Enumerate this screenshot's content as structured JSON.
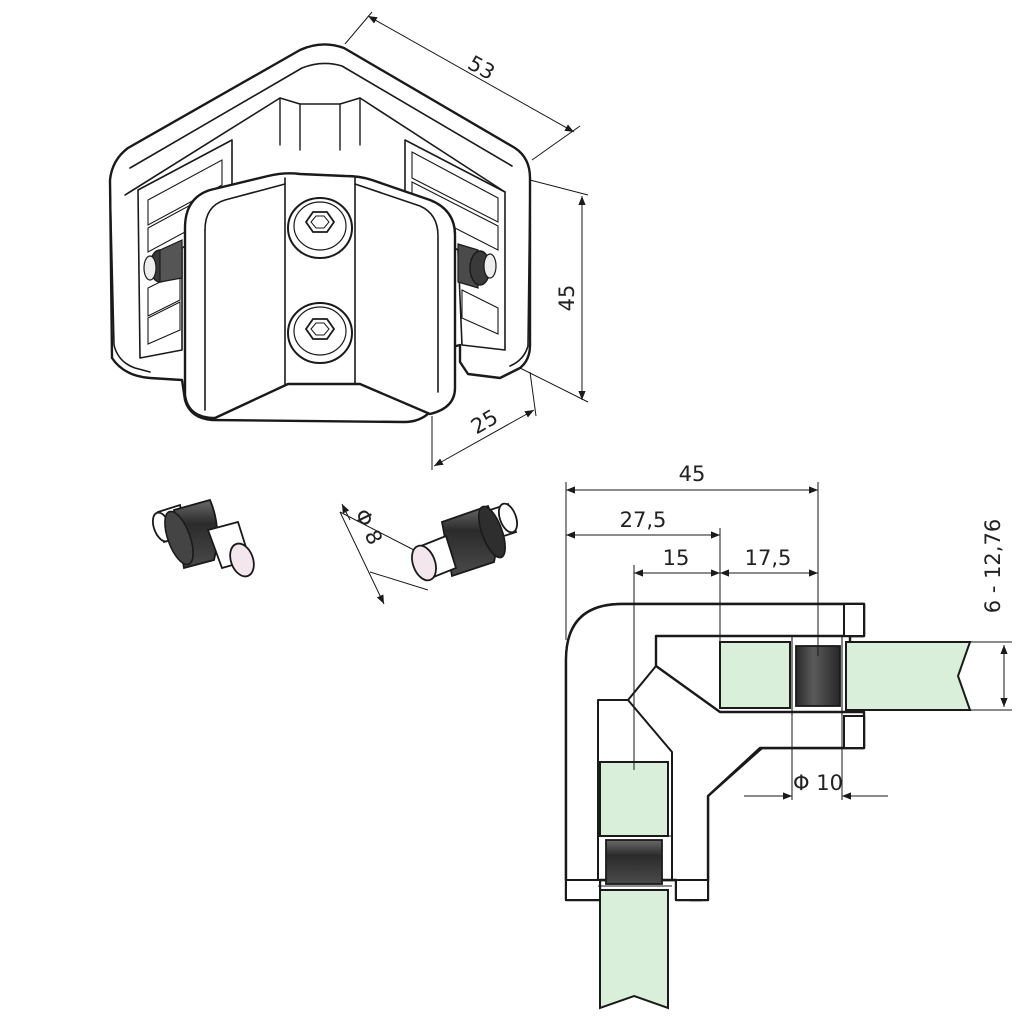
{
  "colors": {
    "glass": "#d9efd9",
    "line": "#1a1a1a",
    "pin_dark": "#3a3a3a",
    "pin_tip": "#f3e6ec"
  },
  "dimensions": {
    "iso_width": "53",
    "iso_height": "45",
    "iso_depth": "25",
    "pin_diameter": "Φ 8",
    "section_total": "45",
    "section_27_5": "27,5",
    "section_15": "15",
    "section_17_5": "17,5",
    "glass_thickness": "6 - 12,76",
    "hole_diameter": "Φ 10"
  }
}
